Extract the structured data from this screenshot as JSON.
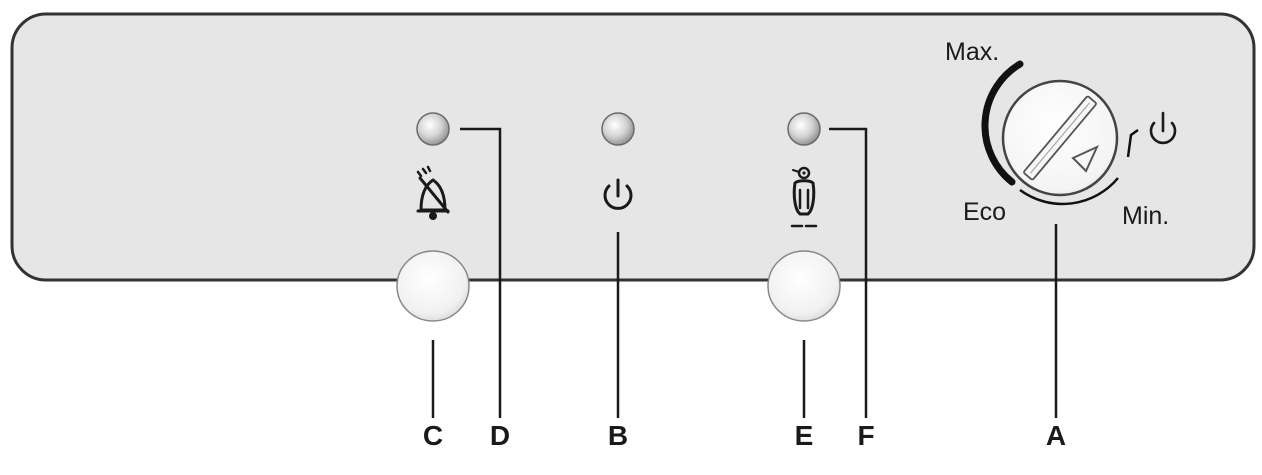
{
  "callouts": {
    "a": "A",
    "b": "B",
    "c": "C",
    "d": "D",
    "e": "E",
    "f": "F"
  },
  "dial": {
    "max_label": "Max.",
    "eco_label": "Eco",
    "min_label": "Min."
  },
  "icons": {
    "alarm_off": "bell-off-icon",
    "power": "power-icon",
    "super_freeze": "penguin-icon",
    "dial_off": "power-icon"
  },
  "colors": {
    "panel_fill": "#e6e6e6",
    "panel_stroke": "#333333",
    "led_fill": "#cfcfcf",
    "button_fill": "#f4f4f4",
    "ink": "#1a1a1a"
  }
}
